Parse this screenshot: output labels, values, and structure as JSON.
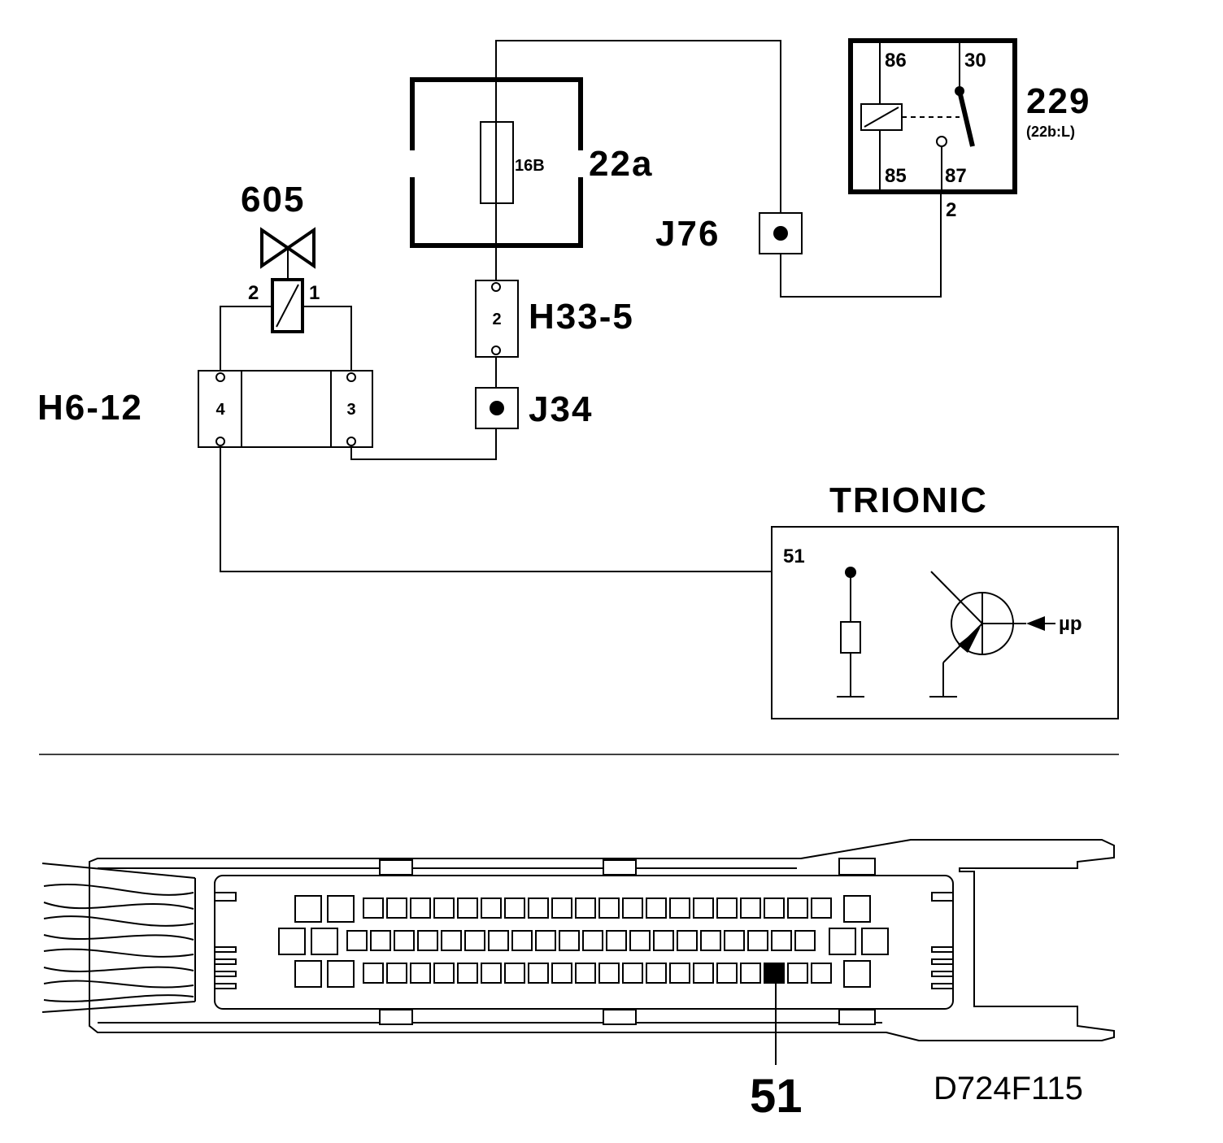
{
  "components": {
    "valve": {
      "label": "605",
      "pin_left": "2",
      "pin_right": "1"
    },
    "fuse_box": {
      "label": "22a",
      "fuse": "16B"
    },
    "connector_h33": {
      "label": "H33-5",
      "pin": "2"
    },
    "junction_j34": {
      "label": "J34"
    },
    "junction_j76": {
      "label": "J76"
    },
    "connector_h6": {
      "label": "H6-12",
      "pin_left": "4",
      "pin_right": "3"
    },
    "relay": {
      "label": "229",
      "sub_label": "(22b:L)",
      "pin_86": "86",
      "pin_30": "30",
      "pin_85": "85",
      "pin_87": "87",
      "wire_pin": "2"
    },
    "ecu": {
      "label": "TRIONIC",
      "pin": "51",
      "input": "µp"
    }
  },
  "connector_view": {
    "highlight_pin": "51",
    "reference": "D724F115"
  }
}
